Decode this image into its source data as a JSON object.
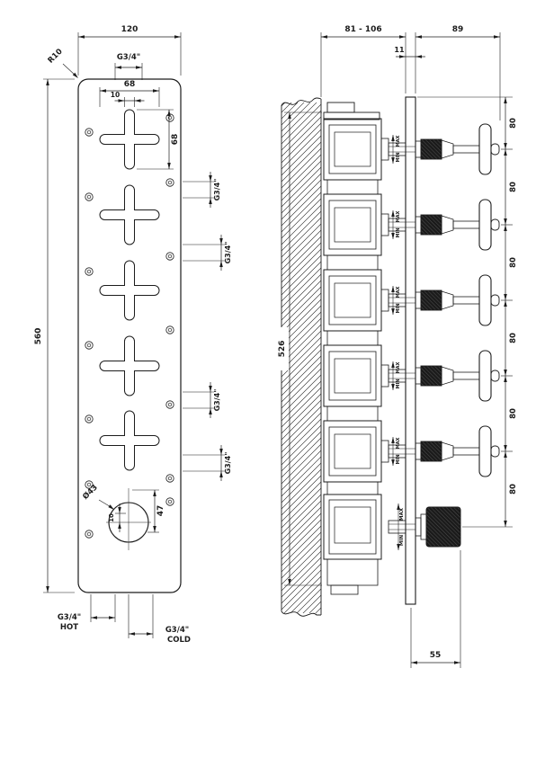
{
  "front_view": {
    "width": "120",
    "corner_radius": "R10",
    "top_port": "G3/4\"",
    "cross_width": "68",
    "cross_slot": "10",
    "cross_height": "68",
    "overall_height": "560",
    "side_port_labels": [
      "G3/4\"",
      "G3/4\"",
      "G3/4\"",
      "G3/4\""
    ],
    "knob_diameter": "Ø43",
    "knob_offset": "10",
    "knob_height": "47",
    "hot_port": "G3/4\"",
    "hot_text": "HOT",
    "cold_port": "G3/4\"",
    "cold_text": "COLD"
  },
  "side_view": {
    "depth_range": "81 - 106",
    "handle_projection": "89",
    "plate_thickness": "11",
    "body_height": "526",
    "handle_spacing": [
      "80",
      "80",
      "80",
      "80",
      "80",
      "80"
    ],
    "knob_width": "55",
    "valve_marks": [
      {
        "min": "MIN",
        "max": "MAX"
      },
      {
        "min": "MIN",
        "max": "MAX"
      },
      {
        "min": "MIN",
        "max": "MAX"
      },
      {
        "min": "MIN",
        "max": "MAX"
      },
      {
        "min": "MIN",
        "max": "MAX"
      },
      {
        "min": "MIN",
        "max": "MAX"
      }
    ]
  }
}
